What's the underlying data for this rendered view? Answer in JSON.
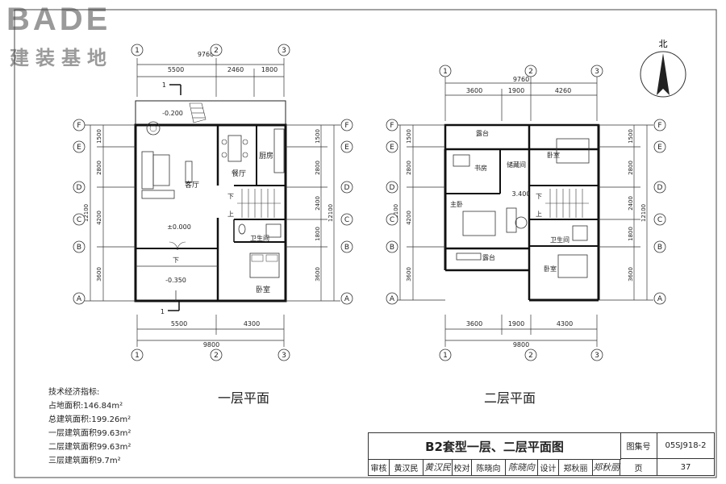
{
  "logo": {
    "brand": "BADE",
    "subtitle": "建装基地"
  },
  "north_label": "北",
  "floor1": {
    "title": "一层平面",
    "total_dim": "9760",
    "top_dims": [
      "5500",
      "2460",
      "1800"
    ],
    "bottom_total": "9800",
    "bottom_dims": [
      "5500",
      "4300"
    ],
    "side_dims": [
      "1500",
      "2800",
      "4200",
      "3600"
    ],
    "side_total": "12100",
    "right_dims": [
      "1500",
      "2800",
      "2400",
      "1800",
      "3600"
    ],
    "right_total": "12100",
    "rooms": {
      "living": "客厅",
      "dining": "餐厅",
      "kitchen": "厨房",
      "bath": "卫生间",
      "bedroom": "卧室",
      "down": "下",
      "up": "上"
    },
    "levels": [
      "-0.200",
      "±0.000",
      "-0.350"
    ],
    "section": "1"
  },
  "floor2": {
    "title": "二层平面",
    "total_dim": "9760",
    "top_dims": [
      "3600",
      "1900",
      "4260"
    ],
    "bottom_total": "9800",
    "bottom_dims": [
      "3600",
      "1900",
      "4300"
    ],
    "side_dims": [
      "1500",
      "2800",
      "4200",
      "3600"
    ],
    "side_total": "12100",
    "right_dims": [
      "1500",
      "2800",
      "2400",
      "1800",
      "3600"
    ],
    "right_total": "12100",
    "rooms": {
      "terrace": "露台",
      "study": "书房",
      "storage": "储藏间",
      "bedroom": "卧室",
      "master": "主卧",
      "bath": "卫生间",
      "down": "下",
      "up": "上"
    },
    "levels": [
      "3.400"
    ]
  },
  "axes": {
    "cols": [
      "1",
      "2",
      "3"
    ],
    "rows": [
      "F",
      "E",
      "D",
      "C",
      "B",
      "A"
    ]
  },
  "tech": {
    "heading": "技术经济指标:",
    "items": [
      "占地面积:146.84m²",
      "总建筑面积:199.26m²",
      "一层建筑面积99.63m²",
      "二层建筑面积99.63m²",
      "三层建筑面积9.7m²"
    ]
  },
  "titleblock": {
    "title": "B2套型一层、二层平面图",
    "atlas_label": "图集号",
    "atlas_value": "05SJ918-2",
    "review": "审核",
    "reviewer": "黄汉民",
    "check": "校对",
    "checker": "陈晓向",
    "design": "设计",
    "designer": "郑秋丽",
    "page_label": "页",
    "page_value": "37"
  }
}
